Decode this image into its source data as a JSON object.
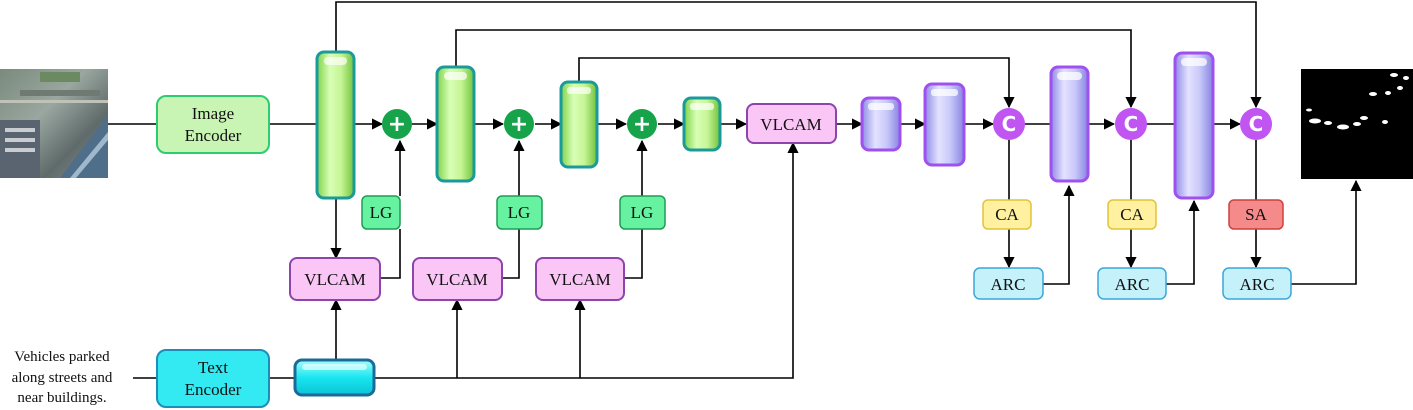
{
  "input_caption": [
    "Vehicles parked",
    "along streets and",
    "near buildings."
  ],
  "image_encoder": [
    "Image",
    "Encoder"
  ],
  "text_encoder": [
    "Text",
    "Encoder"
  ],
  "vlcam_label": "VLCAM",
  "lg_label": "LG",
  "ca_label": "CA",
  "sa_label": "SA",
  "arc_label": "ARC",
  "concat_symbol": "C",
  "add_symbol": "+",
  "colors": {
    "image_encoder_fill": "#c8f5b4",
    "image_encoder_border": "#2ecc71",
    "text_encoder_fill": "#33e9f2",
    "text_encoder_border": "#1a8fb8",
    "vlcam_fill": "#f9c6f5",
    "vlcam_border": "#8e44ad",
    "lg_fill": "#66f2a0",
    "lg_border": "#1f9c55",
    "ca_fill": "#fff1a0",
    "ca_border": "#e2c33b",
    "sa_fill": "#f48a8a",
    "sa_border": "#d04040",
    "arc_fill": "#c5f1fb",
    "arc_border": "#3da6d6",
    "encoder_feature": "#b6ee86",
    "decoder_feature": "#b9b8f5",
    "text_feature": "#19e6ef",
    "add_node": "#17a34a",
    "concat_node": "#c055f2"
  }
}
